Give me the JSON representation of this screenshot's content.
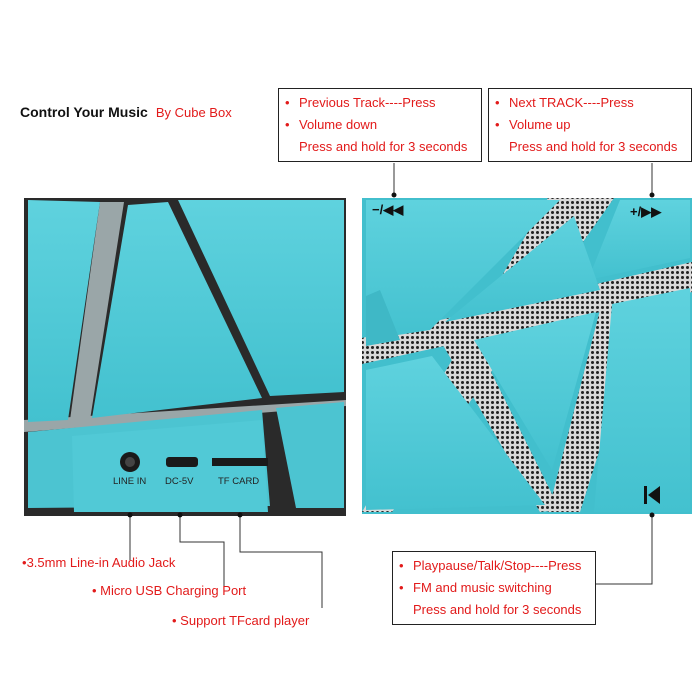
{
  "header": {
    "title": "Control Your Music",
    "subtitle": "By Cube Box"
  },
  "left_box": {
    "lines": [
      "Previous Track----Press",
      "Volume down",
      "Press and hold for 3 seconds"
    ],
    "bullets": [
      true,
      true,
      false
    ],
    "icon_label": "−/◀◀"
  },
  "right_box": {
    "lines": [
      "Next TRACK----Press",
      "Volume up",
      "Press and hold for 3 seconds"
    ],
    "bullets": [
      true,
      true,
      false
    ],
    "icon_label": "+/▶▶"
  },
  "bottom_box": {
    "lines": [
      "Playpause/Talk/Stop----Press",
      "FM and music switching",
      "Press and hold for 3 seconds"
    ],
    "bullets": [
      true,
      true,
      false
    ]
  },
  "ports": {
    "line_in": "LINE IN",
    "dc": "DC-5V",
    "tf": "TF CARD"
  },
  "callouts": {
    "audio_jack": "3.5mm Line-in Audio Jack",
    "usb": "Micro USB Charging Port",
    "tf": "Support TFcard player"
  },
  "colors": {
    "cube": "#48c6d4",
    "cube_light": "#62d3df",
    "accent_text": "#e21a1a",
    "grille": "#b8b8b8"
  },
  "icons": {
    "prev": "prev-volume-down-icon",
    "next": "next-volume-up-icon",
    "play": "play-pause-icon"
  }
}
